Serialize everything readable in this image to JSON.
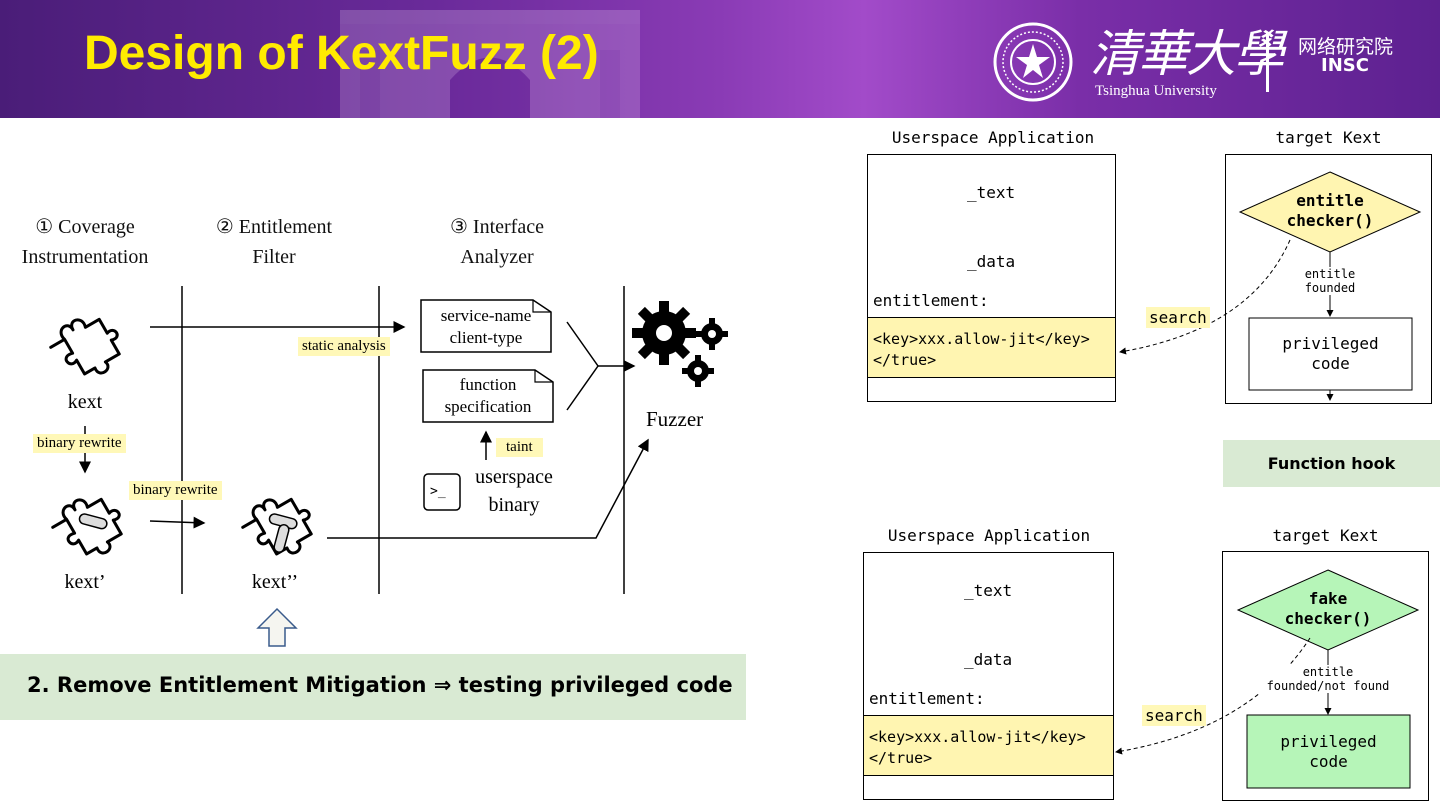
{
  "header": {
    "title": "Design of KextFuzz (2)",
    "logo_cn": "清華大學",
    "logo_en": "Tsinghua University",
    "insc_cn": "网络研究院",
    "insc_en": "INSC",
    "seal_icon": "tsinghua-seal-icon"
  },
  "pipeline": {
    "stages": [
      {
        "label_line1": "① Coverage",
        "label_line2": "Instrumentation"
      },
      {
        "label_line1": "② Entitlement",
        "label_line2": "Filter"
      },
      {
        "label_line1": "③ Interface",
        "label_line2": "Analyzer"
      }
    ],
    "kext": "kext",
    "kext1": "kext’",
    "kext2": "kext’’",
    "binary_rewrite_1": "binary rewrite",
    "binary_rewrite_2": "binary rewrite",
    "static_analysis": "static analysis",
    "doc1_line1": "service-name",
    "doc1_line2": "client-type",
    "doc2_line1": "function",
    "doc2_line2": "specification",
    "taint": "taint",
    "userspace_line1": "userspace",
    "userspace_line2": "binary",
    "fuzzer": "Fuzzer",
    "terminal_glyph": ">_"
  },
  "banner": {
    "text": "2. Remove Entitlement Mitigation ⇒ testing privileged code"
  },
  "diagram_top": {
    "app_title": "Userspace Application",
    "kext_title": "target Kext",
    "text_section": "_text",
    "data_section": "_data",
    "entitlement": "entitlement:",
    "key_line1": "<key>xxx.allow-jit</key>",
    "key_line2": "</true>",
    "search": "search",
    "checker_line1": "entitle",
    "checker_line2": "checker()",
    "edge_line1": "entitle",
    "edge_line2": "founded",
    "priv_line1": "privileged",
    "priv_line2": "code",
    "checker_color": "#fff5b1",
    "priv_color": "#ffffff"
  },
  "function_hook": "Function hook",
  "diagram_bottom": {
    "app_title": "Userspace Application",
    "kext_title": "target Kext",
    "text_section": "_text",
    "data_section": "_data",
    "entitlement": "entitlement:",
    "key_line1": "<key>xxx.allow-jit</key>",
    "key_line2": "</true>",
    "search": "search",
    "checker_line1": "fake",
    "checker_line2": "checker()",
    "edge_line1": "entitle",
    "edge_line2": "founded/not found",
    "priv_line1": "privileged",
    "priv_line2": "code",
    "checker_color": "#b6f5b8",
    "priv_color": "#b6f5b8"
  }
}
